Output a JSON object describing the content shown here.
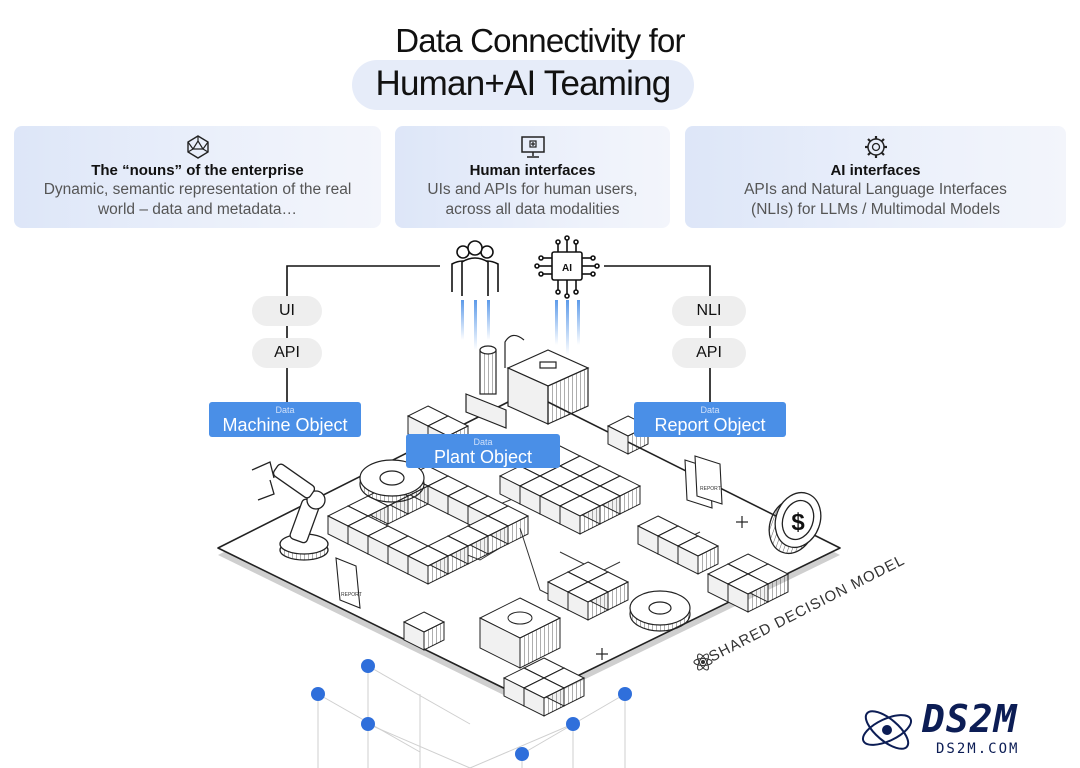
{
  "header": {
    "title_line1": "Data Connectivity for",
    "title_line2": "Human+AI Teaming"
  },
  "cards": [
    {
      "icon": "polyhedron-icon",
      "title": "The “nouns” of the enterprise",
      "desc_line1": "Dynamic, semantic representation of the real",
      "desc_line2": "world – data and metadata…"
    },
    {
      "icon": "monitor-icon",
      "title": "Human interfaces",
      "desc_line1": "UIs and APIs for human users,",
      "desc_line2": "across all data modalities"
    },
    {
      "icon": "ai-brain-gear-icon",
      "title": "AI interfaces",
      "desc_line1": "APIs and Natural Language Interfaces",
      "desc_line2": "(NLIs) for LLMs / Multimodal Models"
    }
  ],
  "connectors": {
    "left": [
      "UI",
      "API"
    ],
    "right": [
      "NLI",
      "API"
    ]
  },
  "objects": [
    {
      "small": "Data",
      "label": "Machine Object"
    },
    {
      "small": "Data",
      "label": "Plant Object"
    },
    {
      "small": "Data",
      "label": "Report Object"
    }
  ],
  "scene": {
    "platform_label": "SHARED DECISION MODEL",
    "report_label": "REPORT",
    "chip_label": "AI",
    "currency_symbol": "$",
    "icons": [
      "people-group-icon",
      "ai-chip-icon",
      "robot-arm-icon",
      "gear-icon",
      "factory-icon",
      "report-document-icon",
      "dollar-coin-icon",
      "atom-icon"
    ]
  },
  "branding": {
    "name": "DS2M",
    "url": "DS2M.COM"
  },
  "colors": {
    "accent_blue": "#4a8fe7",
    "card_bg": "#e3eaf9",
    "pill_bg": "#eeeeee",
    "node_blue": "#2f6fdb",
    "brand_navy": "#0c1d55"
  }
}
